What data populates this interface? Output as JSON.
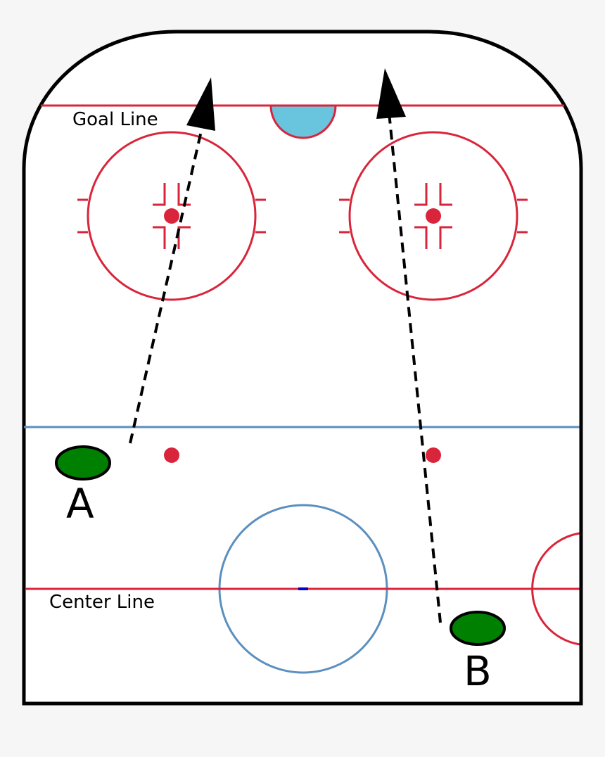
{
  "labels": {
    "goal_line": "Goal Line",
    "center_line": "Center Line",
    "player_a": "A",
    "player_b": "B"
  },
  "colors": {
    "background": "#f6f6f6",
    "ice": "#ffffff",
    "boards": "#000000",
    "red_lines": "#d9253b",
    "blue_line": "#5b8fbf",
    "center_circle": "#5b8fbf",
    "goal_crease": "#69c4dd",
    "player_marker": "#008000",
    "arrow": "#000000",
    "center_dot": "#0000cc"
  },
  "icons": {
    "players": "green-oval-marker",
    "arrows": "dashed-arrow"
  }
}
